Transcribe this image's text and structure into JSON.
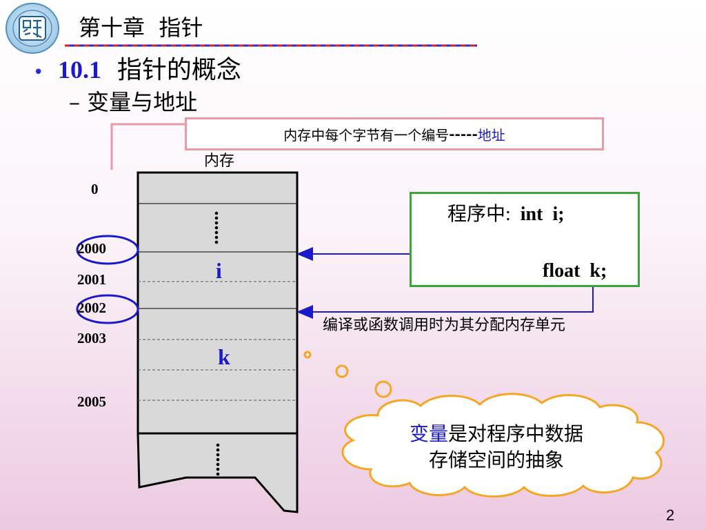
{
  "header": {
    "chapter_title": "第十章  指针",
    "section_number": "10.1",
    "section_title": "指针的概念",
    "bullet": "•",
    "sub_dash": "–",
    "sub_title": "变量与地址"
  },
  "address_note": {
    "text": "内存中每个字节有一个编号",
    "dashes": "-----",
    "highlight": "地址"
  },
  "memory": {
    "label": "内存",
    "addresses": [
      "0",
      "2000",
      "2001",
      "2002",
      "2003",
      "2005"
    ],
    "variables": [
      "i",
      "k"
    ]
  },
  "code": {
    "prefix": "程序中:",
    "line1": "int  i;",
    "line2": "float  k;"
  },
  "alloc_note": "编译或函数调用时为其分配内存单元",
  "cloud": {
    "highlight": "变量",
    "line1_rest": "是对程序中数据",
    "line2": "存储空间的抽象"
  },
  "page_number": "2",
  "colors": {
    "title_blue": "#1a1acc",
    "address_box_border": "#e89aa6",
    "code_box_border": "#3aa63a",
    "cloud_border": "#f5a623",
    "circle_color": "#1a1acc"
  },
  "logo_icon": "university-seal-icon"
}
